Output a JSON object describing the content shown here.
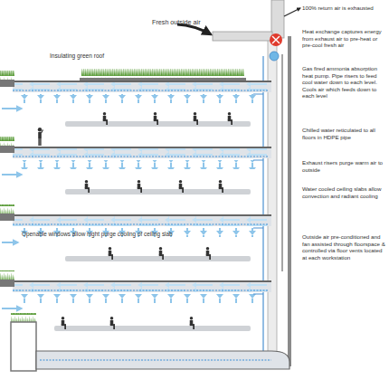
{
  "diagram": {
    "labels": [
      "Fresh outside air",
      "100% return air is exhausted",
      "Heat exchange captures energy from exhaust air to pre-heat or pre-cool fresh air",
      "Insulating green roof",
      "Gas fired ammonia absorption heat pump. Pipe risers to feed cool water down to each level. Cools air which feeds down to each level",
      "Chilled water reticulated to all floors in HDPE pipe",
      "Exhaust risers purge warm air to outside",
      "Water cooled ceiling slabs allow convection and radiant cooling",
      "Openable windows allow night purge cooling of ceiling slab",
      "Outside air pre-conditioned and fan assisted through floorspace & controlled via floor vents located at each workstation"
    ]
  }
}
